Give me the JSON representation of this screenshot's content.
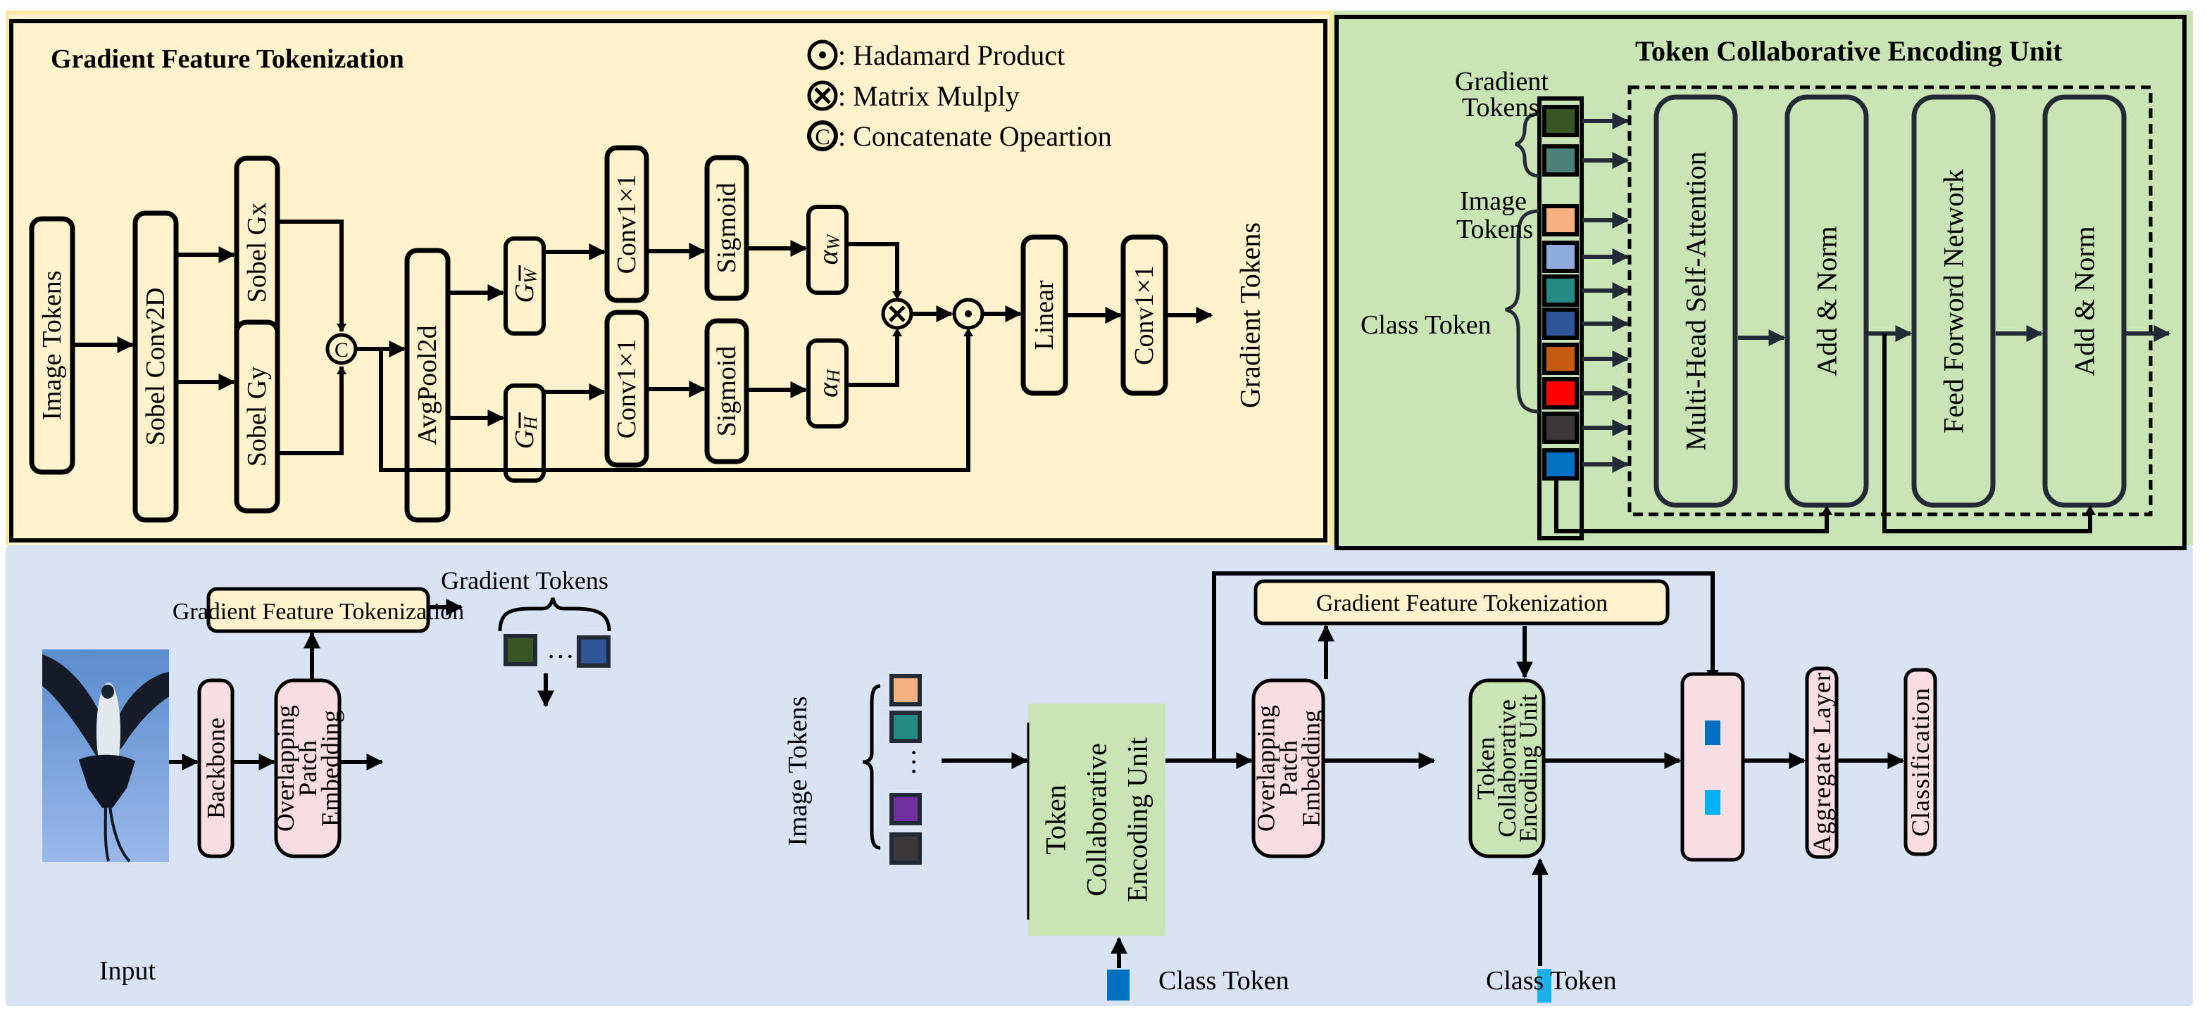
{
  "gft_panel": {
    "title": "Gradient Feature Tokenization",
    "legend": [
      {
        "symbol": "hadamard-product",
        "label": ": Hadamard Product"
      },
      {
        "symbol": "matrix-multiply",
        "label": ": Matrix Mulply"
      },
      {
        "symbol": "concatenate",
        "label": ": Concatenate Opeartion"
      }
    ],
    "blocks": {
      "image_tokens": "Image  Tokens",
      "sobel_conv2d": "Sobel Conv2D",
      "sobel_gx": "Sobel  Gx",
      "sobel_gy": "Sobel  Gy",
      "concat_symbol": "C",
      "avgpool2d": "AvgPool2d",
      "g_w_base": "G",
      "g_w_sub": "W",
      "g_h_base": "G",
      "g_h_sub": "H",
      "conv_w": "Conv1×1",
      "conv_h": "Conv1×1",
      "sigmoid_w": "Sigmoid",
      "sigmoid_h": "Sigmoid",
      "alpha_w_base": "α",
      "alpha_w_sub": "W",
      "alpha_h_base": "α",
      "alpha_h_sub": "H",
      "linear": "Linear",
      "conv_out": "Conv1×1",
      "output_label": "Gradient  Tokens"
    }
  },
  "tceu_panel": {
    "title": "Token Collaborative Encoding Unit",
    "labels": {
      "gradient_tokens_1": "Gradient",
      "gradient_tokens_2": "Tokens",
      "image_tokens_1": "Image",
      "image_tokens_2": "Tokens",
      "class_token": "Class Token"
    },
    "token_colors": {
      "gradient": [
        "#375623",
        "#4a8078"
      ],
      "image": [
        "#f4b183",
        "#8faadc",
        "#238b84",
        "#2f5597",
        "#c55a11",
        "#ff0000",
        "#3a3838"
      ],
      "class": [
        "#0070c0"
      ]
    },
    "blocks": {
      "mhsa": "Multi-Head Self-Attention",
      "add_norm_1": "Add  &  Norm",
      "ffn": "Feed Forword Network",
      "add_norm_2": "Add  &  Norm"
    }
  },
  "pipeline": {
    "input_label": "Input",
    "backbone": "Backbone",
    "ope_1": [
      "Overlapping",
      "Patch",
      "Embedding"
    ],
    "gft_1": "Gradient Feature Tokenization",
    "gradient_tokens_label": "Gradient Tokens",
    "gradient_token_colors": [
      "#375623",
      "#2f5597"
    ],
    "ellipsis": "…",
    "image_tokens_label": "Image Tokens",
    "image_token_colors": [
      "#f4b183",
      "#238b84",
      "#7030a0",
      "#3a3838"
    ],
    "tceu_1": [
      "Token",
      "Collaborative",
      "Encoding Unit"
    ],
    "class_token_1": "Class Token",
    "class_token_1_color": "#0070c0",
    "ope_2": [
      "Overlapping",
      "Patch",
      "Embedding"
    ],
    "gft_2": "Gradient Feature Tokenization",
    "tceu_2": [
      "Token",
      "Collaborative",
      "Encoding Unit"
    ],
    "class_token_2": "Class Token",
    "class_token_2_color": "#1ab2ea",
    "concat_token_colors": [
      "#0070c0",
      "#00b0f0"
    ],
    "aggregate": "Aggregate Layer",
    "classification": "Classification"
  },
  "colors": {
    "gft_bg": "#fff2cc",
    "gft_edge": "#ffe699",
    "tceu_bg": "#c9e4b5",
    "pipeline_bg": "#dae3f4",
    "pink_block": "#f8dde2",
    "green_block": "#c9e4b5",
    "yellow_block": "#fff2cc"
  }
}
